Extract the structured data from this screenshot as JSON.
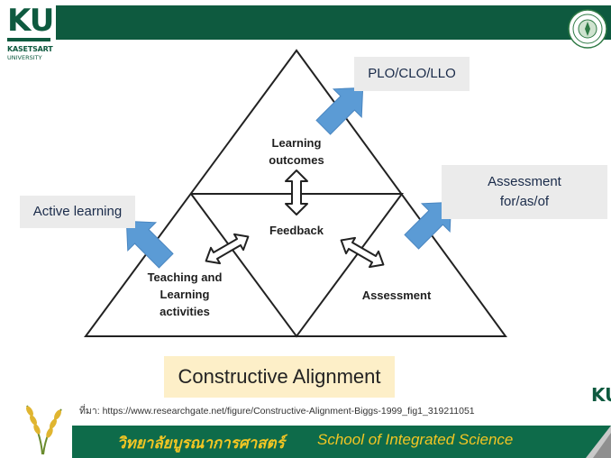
{
  "header": {
    "logo_text": "KU",
    "logo_sub1": "KASETSART",
    "logo_sub2": "UNIVERSITY"
  },
  "diagram": {
    "top_section": "Learning outcomes",
    "center_section": "Feedback",
    "left_section": "Teaching and Learning activities",
    "right_section": "Assessment"
  },
  "callouts": {
    "plo": "PLO/CLO/LLO",
    "assessment_line1": "Assessment",
    "assessment_line2": "for/as/of",
    "active": "Active learning"
  },
  "caption": "Constructive Alignment",
  "source": "ที่มา: https://www.researchgate.net/figure/Constructive-Alignment-Biggs-1999_fig1_319211051",
  "footer": {
    "thai": "วิทยาลัยบูรณาการศาสตร์",
    "english": "School of Integrated Science",
    "corner_logo": "KU"
  },
  "colors": {
    "brand_green": "#0e5a3f",
    "arrow_blue": "#5b9bd5",
    "footer_text": "#f3c623"
  }
}
